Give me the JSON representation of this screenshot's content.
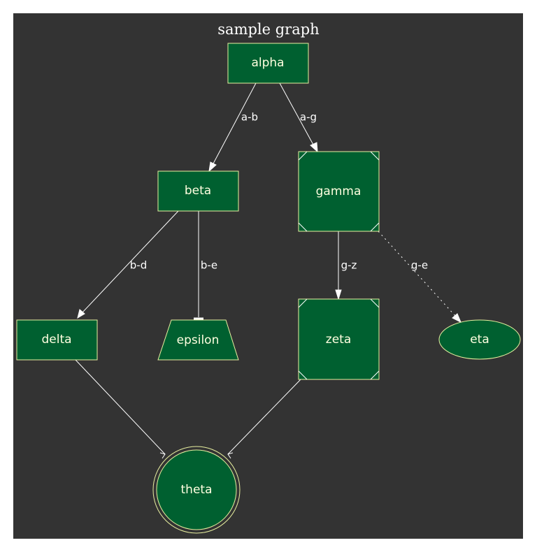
{
  "graph": {
    "title": "sample graph",
    "colors": {
      "background": "#333333",
      "node_fill": "#006030",
      "node_border": "#e8f0a0",
      "node_text": "#ffffe0",
      "edge": "#ffffff"
    },
    "nodes": {
      "alpha": {
        "label": "alpha",
        "shape": "box"
      },
      "beta": {
        "label": "beta",
        "shape": "box"
      },
      "gamma": {
        "label": "gamma",
        "shape": "Msquare"
      },
      "delta": {
        "label": "delta",
        "shape": "box"
      },
      "epsilon": {
        "label": "epsilon",
        "shape": "trapezium"
      },
      "zeta": {
        "label": "zeta",
        "shape": "Msquare"
      },
      "eta": {
        "label": "eta",
        "shape": "ellipse"
      },
      "theta": {
        "label": "theta",
        "shape": "doublecircle"
      }
    },
    "edges": {
      "a_b": {
        "label": "a-b",
        "from": "alpha",
        "to": "beta",
        "style": "solid",
        "arrowhead": "normal"
      },
      "a_g": {
        "label": "a-g",
        "from": "alpha",
        "to": "gamma",
        "style": "solid",
        "arrowhead": "normal"
      },
      "b_d": {
        "label": "b-d",
        "from": "beta",
        "to": "delta",
        "style": "solid",
        "arrowhead": "normal"
      },
      "b_e": {
        "label": "b-e",
        "from": "beta",
        "to": "epsilon",
        "style": "solid",
        "arrowhead": "tee"
      },
      "g_z": {
        "label": "g-z",
        "from": "gamma",
        "to": "zeta",
        "style": "solid",
        "arrowhead": "normal"
      },
      "g_e": {
        "label": "g-e",
        "from": "gamma",
        "to": "eta",
        "style": "dotted",
        "arrowhead": "normal"
      },
      "d_t": {
        "label": "",
        "from": "delta",
        "to": "theta",
        "style": "solid",
        "arrowhead": "crow"
      },
      "z_t": {
        "label": "",
        "from": "zeta",
        "to": "theta",
        "style": "solid",
        "arrowhead": "crow"
      }
    }
  }
}
